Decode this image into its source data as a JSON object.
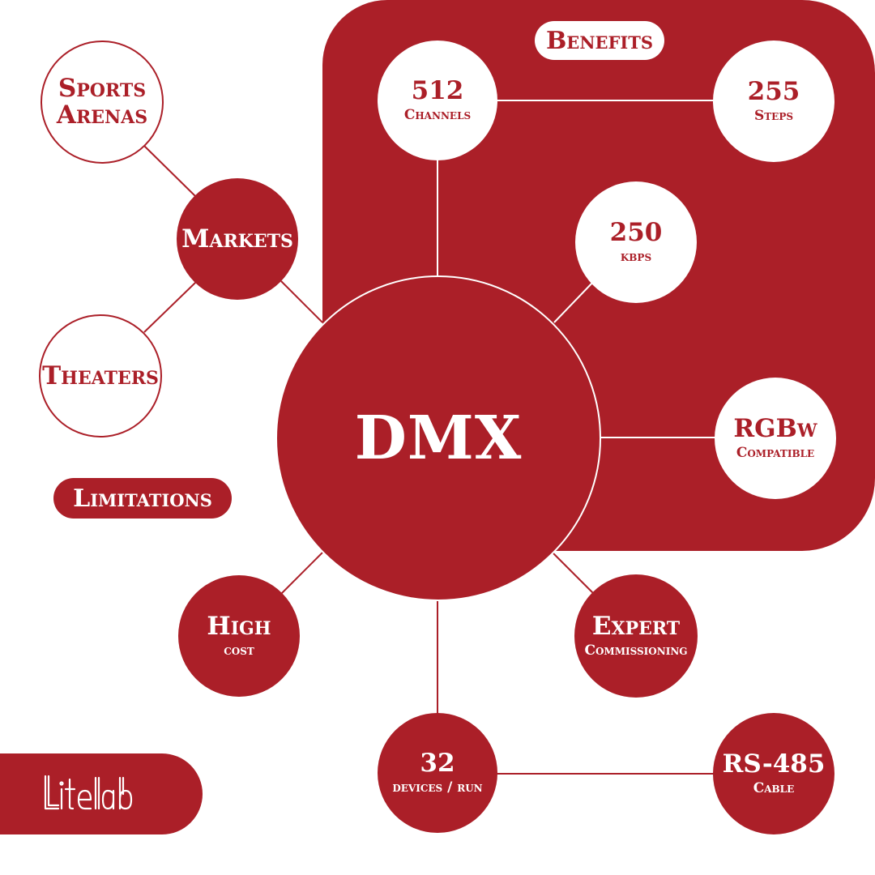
{
  "colors": {
    "brand": "#ab1f28",
    "background": "#ffffff"
  },
  "center": {
    "label": "DMX"
  },
  "benefits": {
    "heading": "Benefits",
    "items": [
      {
        "value": "512",
        "label": "Channels"
      },
      {
        "value": "255",
        "label": "Steps"
      },
      {
        "value": "250",
        "label": "kbps"
      },
      {
        "value": "RGBw",
        "label": "Compatible"
      }
    ]
  },
  "markets": {
    "heading": "Markets",
    "items": [
      {
        "label": "Sports Arenas"
      },
      {
        "label": "Theaters"
      }
    ]
  },
  "limitations": {
    "heading": "Limitations",
    "items": [
      {
        "value": "High",
        "label": "cost"
      },
      {
        "value": "Expert",
        "label": "Commissioning"
      },
      {
        "value": "32",
        "label": "devices / run"
      },
      {
        "value": "RS-485",
        "label": "Cable"
      }
    ]
  },
  "logo": {
    "text": "Litelab",
    "icon": "litelab-logo"
  }
}
